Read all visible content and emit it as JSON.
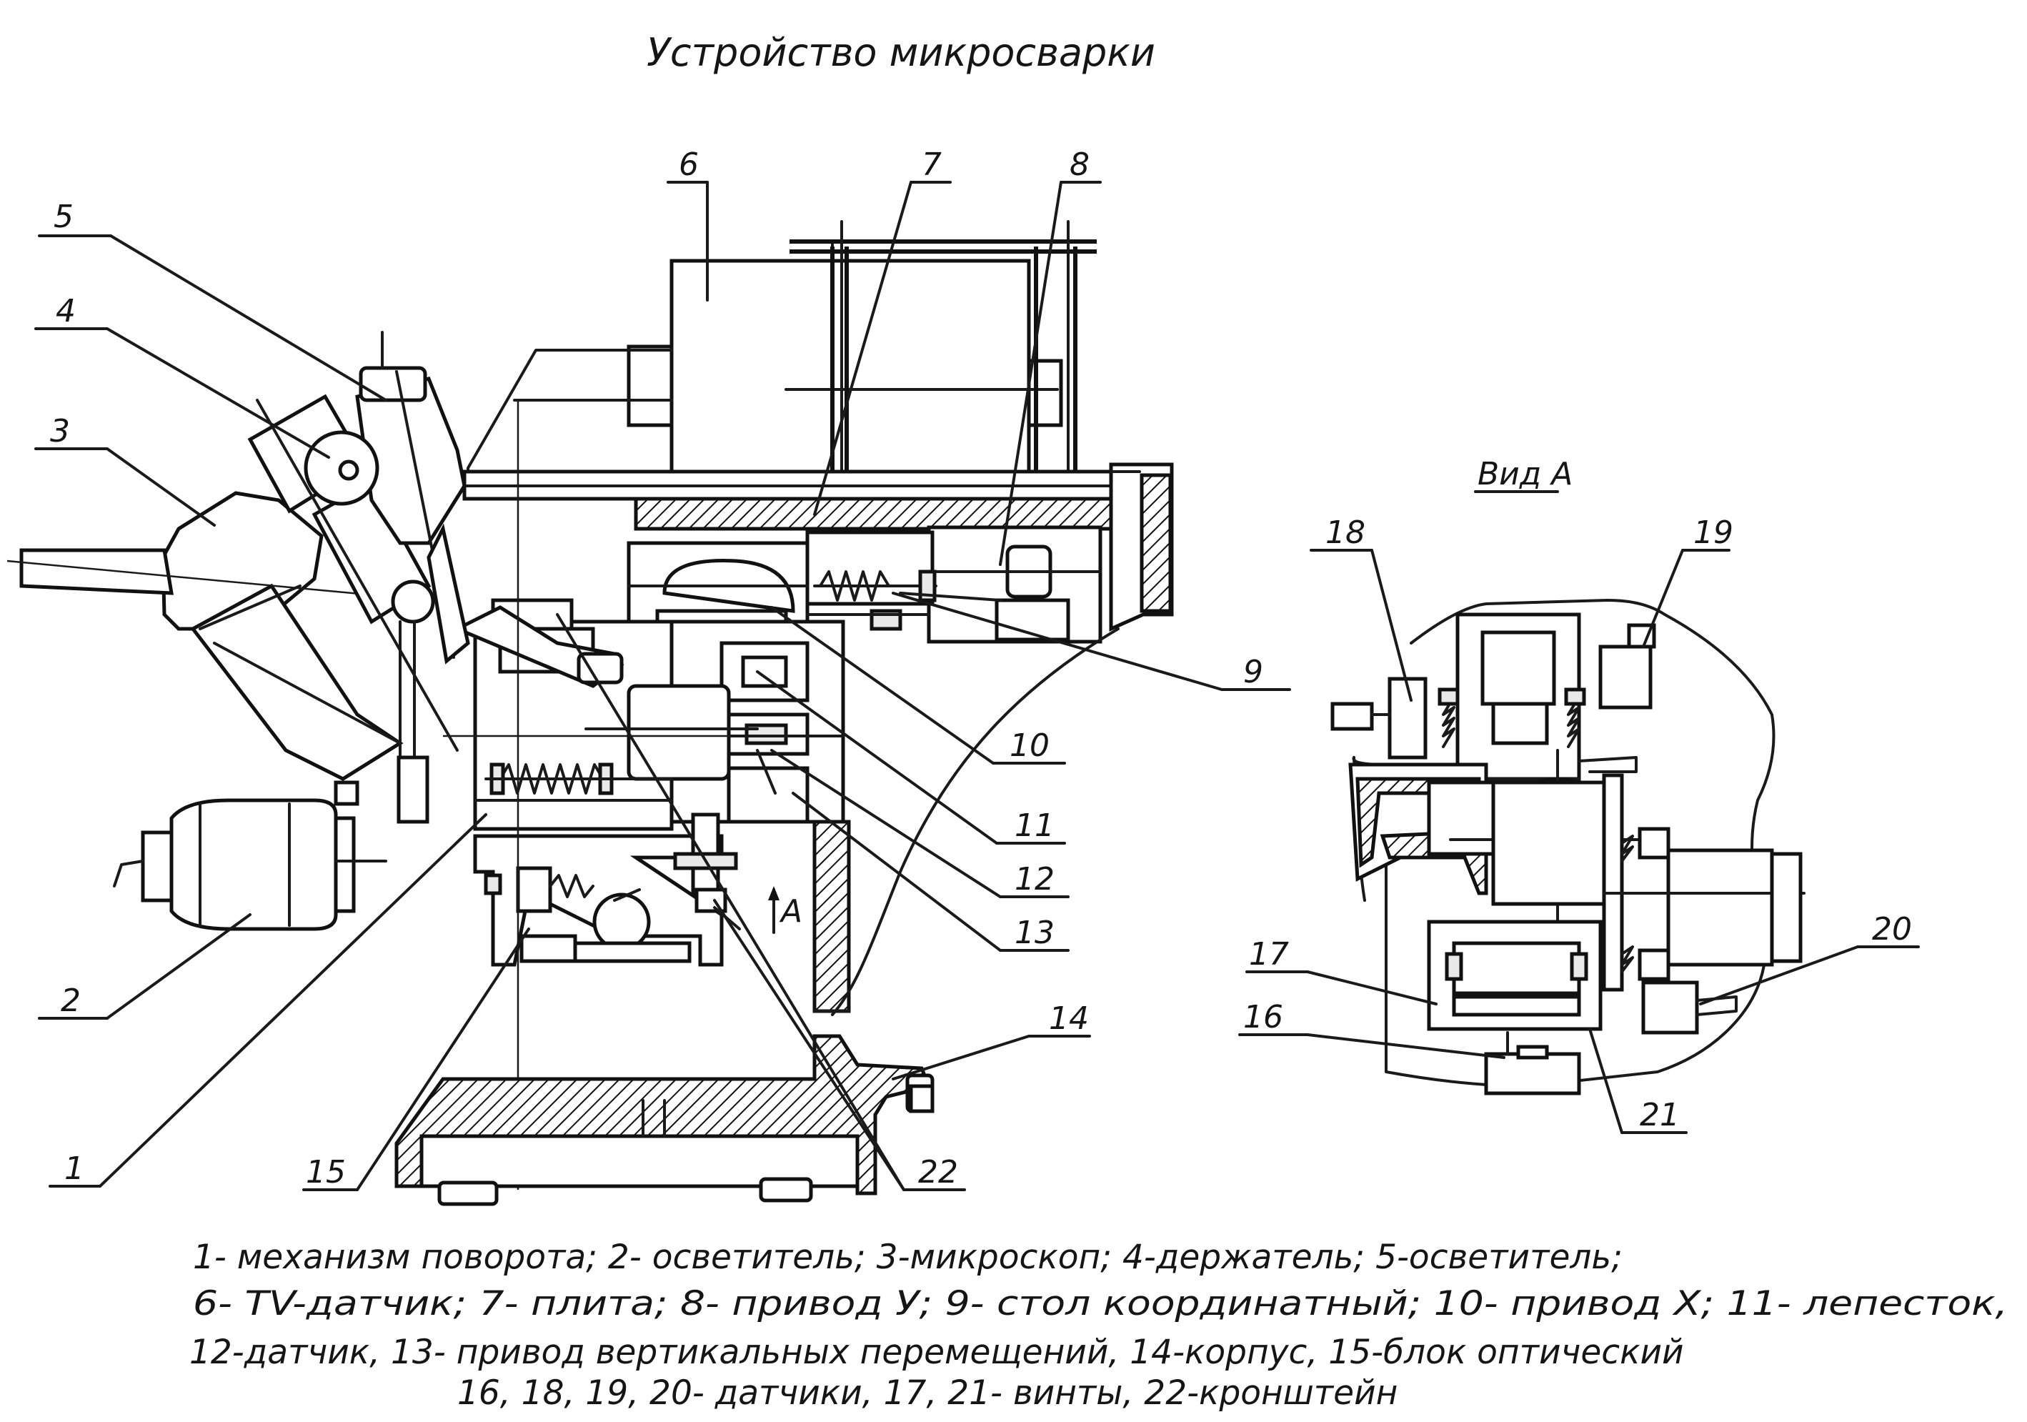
{
  "title": "Устройство микросварки",
  "view_label": "Вид А",
  "arrow_label": "А",
  "callouts": [
    {
      "id": "c5",
      "text": "5"
    },
    {
      "id": "c4",
      "text": "4"
    },
    {
      "id": "c3",
      "text": "3"
    },
    {
      "id": "c6",
      "text": "6"
    },
    {
      "id": "c7",
      "text": "7"
    },
    {
      "id": "c8",
      "text": "8"
    },
    {
      "id": "c9",
      "text": "9"
    },
    {
      "id": "c10",
      "text": "10"
    },
    {
      "id": "c11",
      "text": "11"
    },
    {
      "id": "c12",
      "text": "12"
    },
    {
      "id": "c13",
      "text": "13"
    },
    {
      "id": "c14",
      "text": "14"
    },
    {
      "id": "c2",
      "text": "2"
    },
    {
      "id": "c1",
      "text": "1"
    },
    {
      "id": "c15",
      "text": "15"
    },
    {
      "id": "c22",
      "text": "22"
    },
    {
      "id": "c18",
      "text": "18"
    },
    {
      "id": "c19",
      "text": "19"
    },
    {
      "id": "c17",
      "text": "17"
    },
    {
      "id": "c16",
      "text": "16"
    },
    {
      "id": "c20",
      "text": "20"
    },
    {
      "id": "c21",
      "text": "21"
    }
  ],
  "legend": [
    "1- механизм поворота; 2- осветитель; 3-микроскоп; 4-держатель; 5-осветитель;",
    "6- TV-датчик; 7- плита; 8- привод У; 9- стол координатный; 10- привод Х; 11- лепесток,",
    "12-датчик, 13- привод вертикальных перемещений, 14-корпус, 15-блок оптический",
    "16, 18, 19, 20- датчики, 17, 21- винты, 22-кронштейн"
  ]
}
